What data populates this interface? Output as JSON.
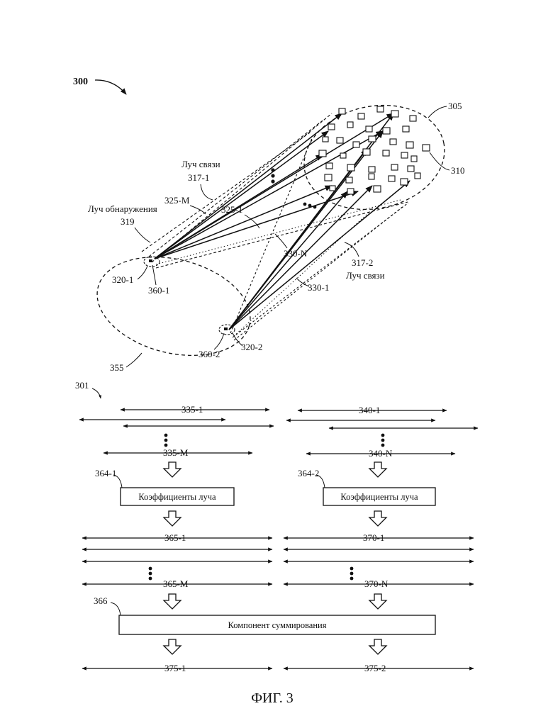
{
  "figure": {
    "caption": "ФИГ. 3",
    "ref_300": "300",
    "ref_301": "301",
    "ref_305": "305",
    "ref_310": "310",
    "ref_355": "355",
    "ref_319": "319",
    "label_detection_beam": "Луч обнаружения",
    "label_comm_beam_1": "Луч связи",
    "ref_317_1": "317-1",
    "label_comm_beam_2": "Луч связи",
    "ref_317_2": "317-2",
    "ref_325_M": "325-M",
    "ref_325_1": "325-1",
    "ref_330_N": "330-N",
    "ref_330_1": "330-1",
    "ref_320_1": "320-1",
    "ref_360_1": "360-1",
    "ref_360_2": "360-2",
    "ref_320_2": "320-2",
    "ref_335_1": "335-1",
    "ref_335_M": "335-M",
    "ref_340_1": "340-1",
    "ref_340_N": "340-N",
    "ref_364_1": "364-1",
    "ref_364_2": "364-2",
    "box_coeff_left": "Коэффициенты луча",
    "box_coeff_right": "Коэффициенты луча",
    "ref_365_1": "365-1",
    "ref_365_M": "365-M",
    "ref_370_1": "370-1",
    "ref_370_N": "370-N",
    "ref_366": "366",
    "box_summation": "Компонент суммирования",
    "ref_375_1": "375-1",
    "ref_375_2": "375-2"
  }
}
